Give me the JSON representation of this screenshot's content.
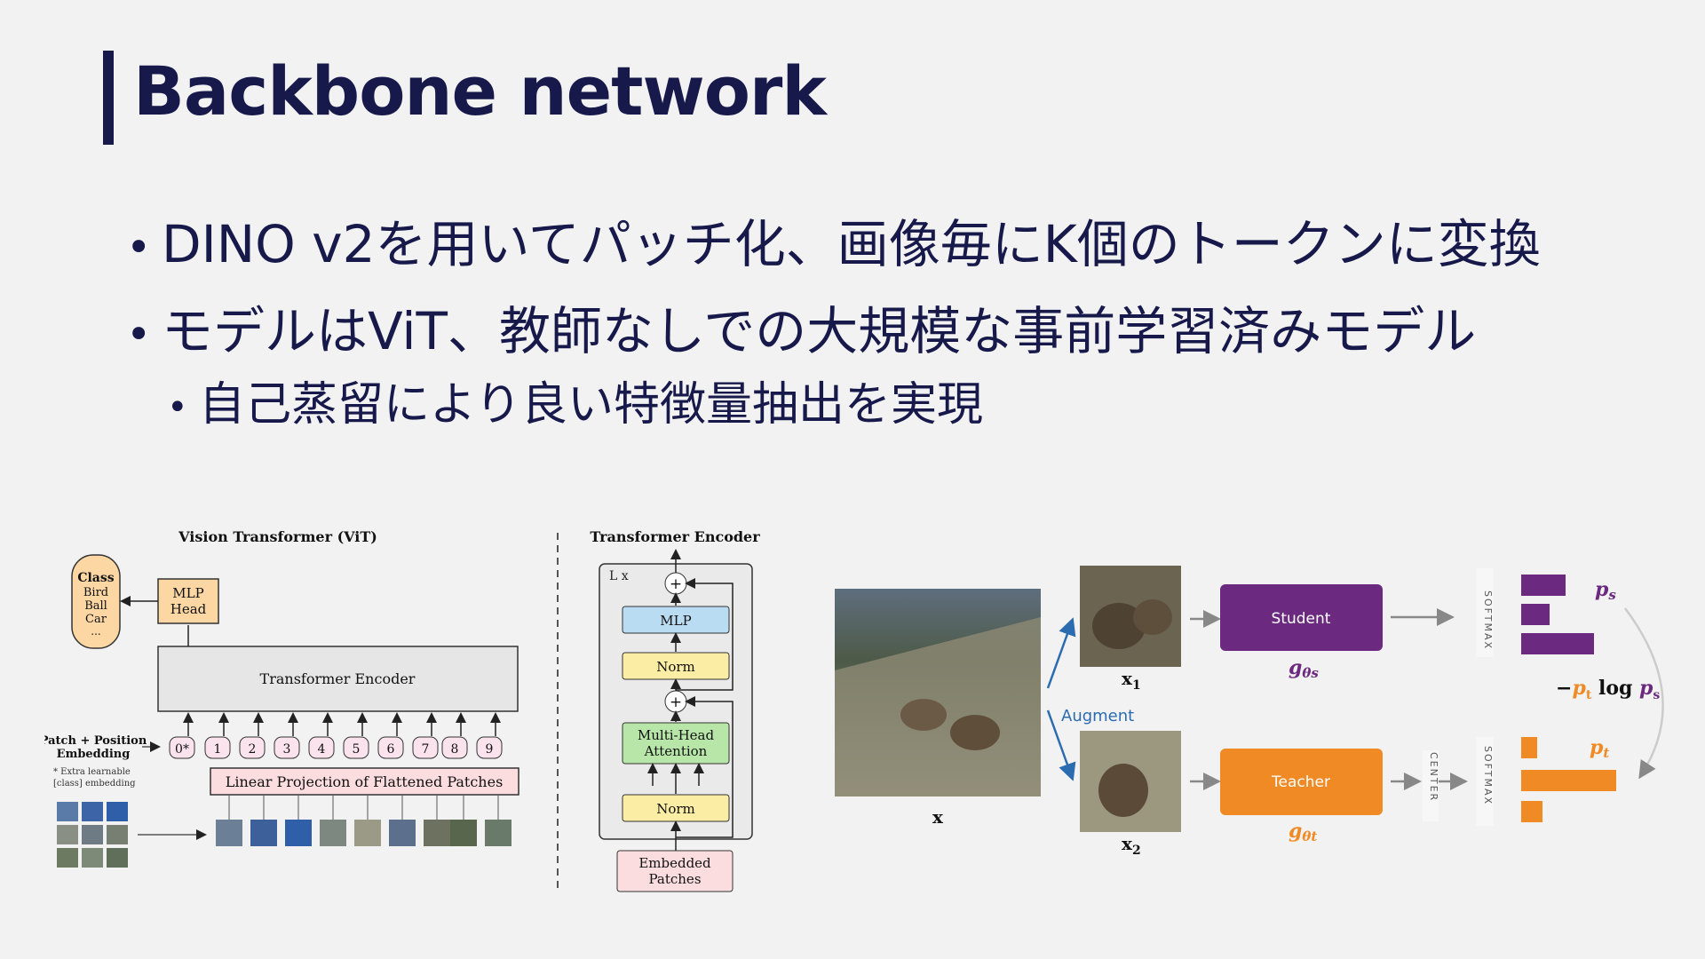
{
  "slide": {
    "title": "Backbone network",
    "bullets": [
      "DINO v2を用いてパッチ化、画像毎にK個のトークンに変換",
      "モデルはViT、教師なしでの大規模な事前学習済みモデル"
    ],
    "sub_bullet": "自己蒸留により良い特徴量抽出を実現",
    "bullet_glyph": "•"
  },
  "vit": {
    "title": "Vision Transformer (ViT)",
    "class_box": [
      "Class",
      "Bird",
      "Ball",
      "Car",
      "..."
    ],
    "mlp_head": [
      "MLP",
      "Head"
    ],
    "encoder": "Transformer Encoder",
    "patch_pos_label": [
      "Patch + Position",
      "Embedding"
    ],
    "extra_note": [
      "* Extra learnable",
      "[class] embedding"
    ],
    "tokens": [
      "0*",
      "1",
      "2",
      "3",
      "4",
      "5",
      "6",
      "7",
      "8",
      "9"
    ],
    "linear_proj": "Linear Projection of Flattened Patches"
  },
  "encoder": {
    "title": "Transformer Encoder",
    "repeat": "L x",
    "mlp": "MLP",
    "norm": "Norm",
    "mha": [
      "Multi-Head",
      "Attention"
    ],
    "embedded": [
      "Embedded",
      "Patches"
    ],
    "plus": "+"
  },
  "dino": {
    "x": "x",
    "x1": "x",
    "x1_sub": "1",
    "x2": "x",
    "x2_sub": "2",
    "augment": "Augment",
    "student": "Student",
    "teacher": "Teacher",
    "g_student": "g",
    "g_student_sub": "θs",
    "g_teacher": "g",
    "g_teacher_sub": "θt",
    "softmax": "SOFTMAX",
    "center": "CENTER",
    "ps": "p",
    "ps_sub": "s",
    "pt": "p",
    "pt_sub": "t",
    "loss_minus": "−",
    "loss_p": "p",
    "loss_t": "t",
    "loss_log": " log ",
    "loss_ps": "p",
    "loss_s": "s"
  },
  "colors": {
    "navy": "#17194b",
    "student": "#6b2a7f",
    "teacher": "#f08a24",
    "augment_blue": "#2b6cb0"
  }
}
